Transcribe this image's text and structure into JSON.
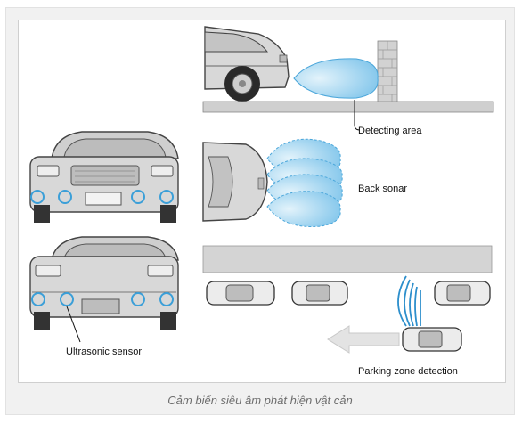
{
  "labels": {
    "detecting_area": "Detecting area",
    "back_sonar": "Back sonar",
    "ultrasonic_sensor": "Ultrasonic sensor",
    "parking_zone_detection": "Parking zone detection"
  },
  "caption": "Cảm biến siêu âm phát hiện vật cản",
  "colors": {
    "sonar_fill": "#9fd3ef",
    "sensor_ring": "#3b9fd8",
    "car_body": "#d7d7d7",
    "ground": "#cfcfcf",
    "arrow": "#e6e6e6"
  }
}
